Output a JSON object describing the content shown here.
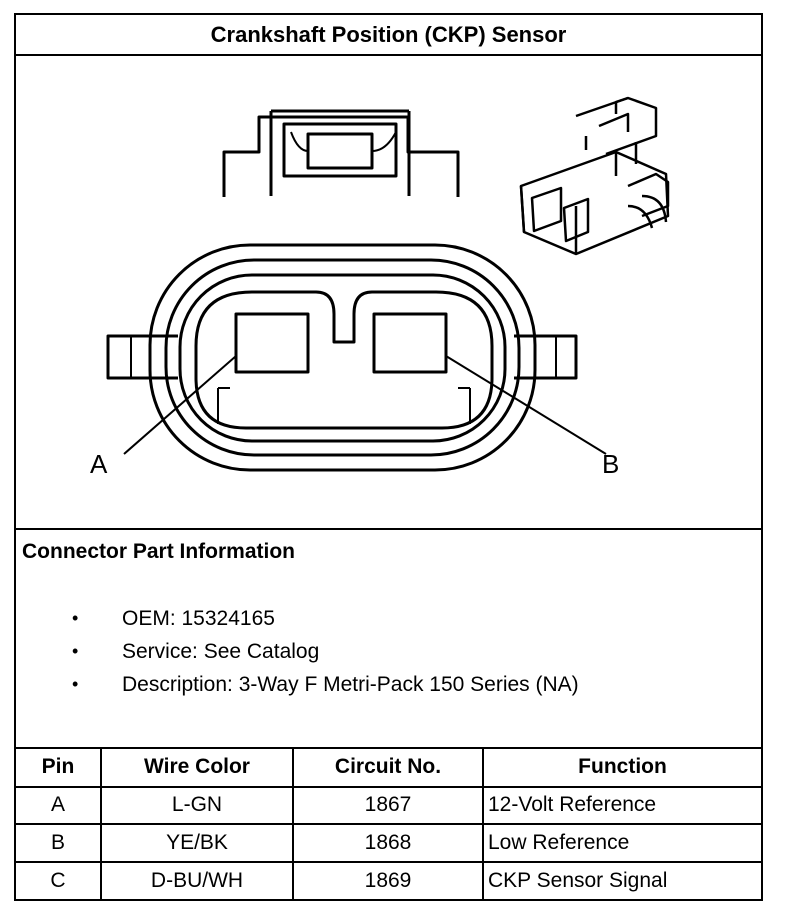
{
  "title": "Crankshaft Position (CKP) Sensor",
  "diagram": {
    "callout_a": "A",
    "callout_b": "B"
  },
  "info": {
    "heading": "Connector Part Information",
    "items": [
      {
        "bullet": "•",
        "text": "OEM: 15324165"
      },
      {
        "bullet": "•",
        "text": "Service: See Catalog"
      },
      {
        "bullet": "•",
        "text": "Description: 3-Way F Metri-Pack 150 Series (NA)"
      }
    ]
  },
  "table": {
    "headers": [
      "Pin",
      "Wire Color",
      "Circuit No.",
      "Function"
    ],
    "rows": [
      [
        "A",
        "L-GN",
        "1867",
        "12-Volt Reference"
      ],
      [
        "B",
        "YE/BK",
        "1868",
        "Low Reference"
      ],
      [
        "C",
        "D-BU/WH",
        "1869",
        "CKP Sensor Signal"
      ]
    ]
  }
}
